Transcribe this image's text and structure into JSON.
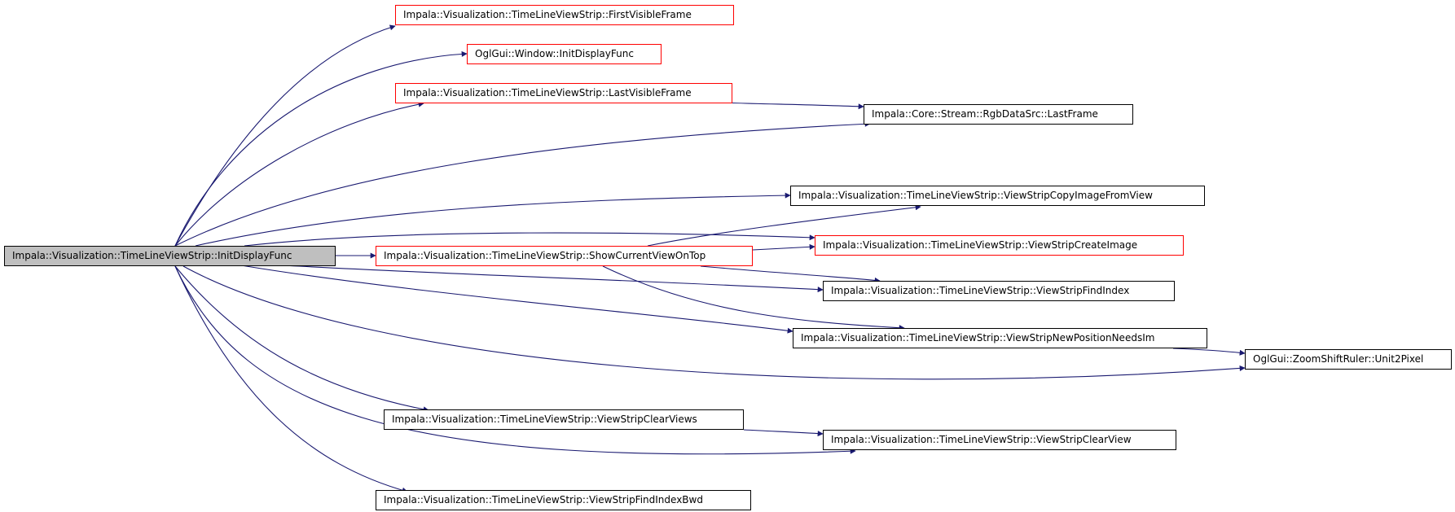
{
  "graph": {
    "root": {
      "id": "root",
      "label": "Impala::Visualization::TimeLineViewStrip::InitDisplayFunc",
      "color": "black"
    },
    "nodes": [
      {
        "id": "first-visible-frame",
        "label": "Impala::Visualization::TimeLineViewStrip::FirstVisibleFrame",
        "color": "red"
      },
      {
        "id": "oglgui-window-init-display-func",
        "label": "OglGui::Window::InitDisplayFunc",
        "color": "red"
      },
      {
        "id": "last-visible-frame",
        "label": "Impala::Visualization::TimeLineViewStrip::LastVisibleFrame",
        "color": "red"
      },
      {
        "id": "rgb-data-src-last-frame",
        "label": "Impala::Core::Stream::RgbDataSrc::LastFrame",
        "color": "black"
      },
      {
        "id": "view-strip-copy-image-from-view",
        "label": "Impala::Visualization::TimeLineViewStrip::ViewStripCopyImageFromView",
        "color": "black"
      },
      {
        "id": "show-current-view-on-top",
        "label": "Impala::Visualization::TimeLineViewStrip::ShowCurrentViewOnTop",
        "color": "red"
      },
      {
        "id": "view-strip-create-image",
        "label": "Impala::Visualization::TimeLineViewStrip::ViewStripCreateImage",
        "color": "red"
      },
      {
        "id": "view-strip-find-index",
        "label": "Impala::Visualization::TimeLineViewStrip::ViewStripFindIndex",
        "color": "black"
      },
      {
        "id": "view-strip-new-position-needs-im",
        "label": "Impala::Visualization::TimeLineViewStrip::ViewStripNewPositionNeedsIm",
        "color": "black"
      },
      {
        "id": "zoom-shift-ruler-unit2pixel",
        "label": "OglGui::ZoomShiftRuler::Unit2Pixel",
        "color": "black"
      },
      {
        "id": "view-strip-clear-views",
        "label": "Impala::Visualization::TimeLineViewStrip::ViewStripClearViews",
        "color": "black"
      },
      {
        "id": "view-strip-clear-view",
        "label": "Impala::Visualization::TimeLineViewStrip::ViewStripClearView",
        "color": "black"
      },
      {
        "id": "view-strip-find-index-bwd",
        "label": "Impala::Visualization::TimeLineViewStrip::ViewStripFindIndexBwd",
        "color": "black"
      }
    ],
    "edges": [
      {
        "from": "root",
        "to": "first-visible-frame"
      },
      {
        "from": "root",
        "to": "oglgui-window-init-display-func"
      },
      {
        "from": "root",
        "to": "last-visible-frame"
      },
      {
        "from": "root",
        "to": "rgb-data-src-last-frame"
      },
      {
        "from": "root",
        "to": "view-strip-copy-image-from-view"
      },
      {
        "from": "root",
        "to": "view-strip-create-image"
      },
      {
        "from": "root",
        "to": "show-current-view-on-top"
      },
      {
        "from": "root",
        "to": "view-strip-find-index"
      },
      {
        "from": "root",
        "to": "view-strip-new-position-needs-im"
      },
      {
        "from": "root",
        "to": "zoom-shift-ruler-unit2pixel"
      },
      {
        "from": "root",
        "to": "view-strip-clear-views"
      },
      {
        "from": "root",
        "to": "view-strip-clear-view"
      },
      {
        "from": "root",
        "to": "view-strip-find-index-bwd"
      },
      {
        "from": "last-visible-frame",
        "to": "rgb-data-src-last-frame"
      },
      {
        "from": "show-current-view-on-top",
        "to": "view-strip-copy-image-from-view"
      },
      {
        "from": "show-current-view-on-top",
        "to": "view-strip-create-image"
      },
      {
        "from": "show-current-view-on-top",
        "to": "view-strip-find-index"
      },
      {
        "from": "show-current-view-on-top",
        "to": "view-strip-new-position-needs-im"
      },
      {
        "from": "view-strip-new-position-needs-im",
        "to": "zoom-shift-ruler-unit2pixel"
      },
      {
        "from": "view-strip-clear-views",
        "to": "view-strip-clear-view"
      }
    ],
    "colors": {
      "edge": "#191970",
      "red_border": "#ff0000",
      "root_fill": "#bfbfbf"
    }
  }
}
